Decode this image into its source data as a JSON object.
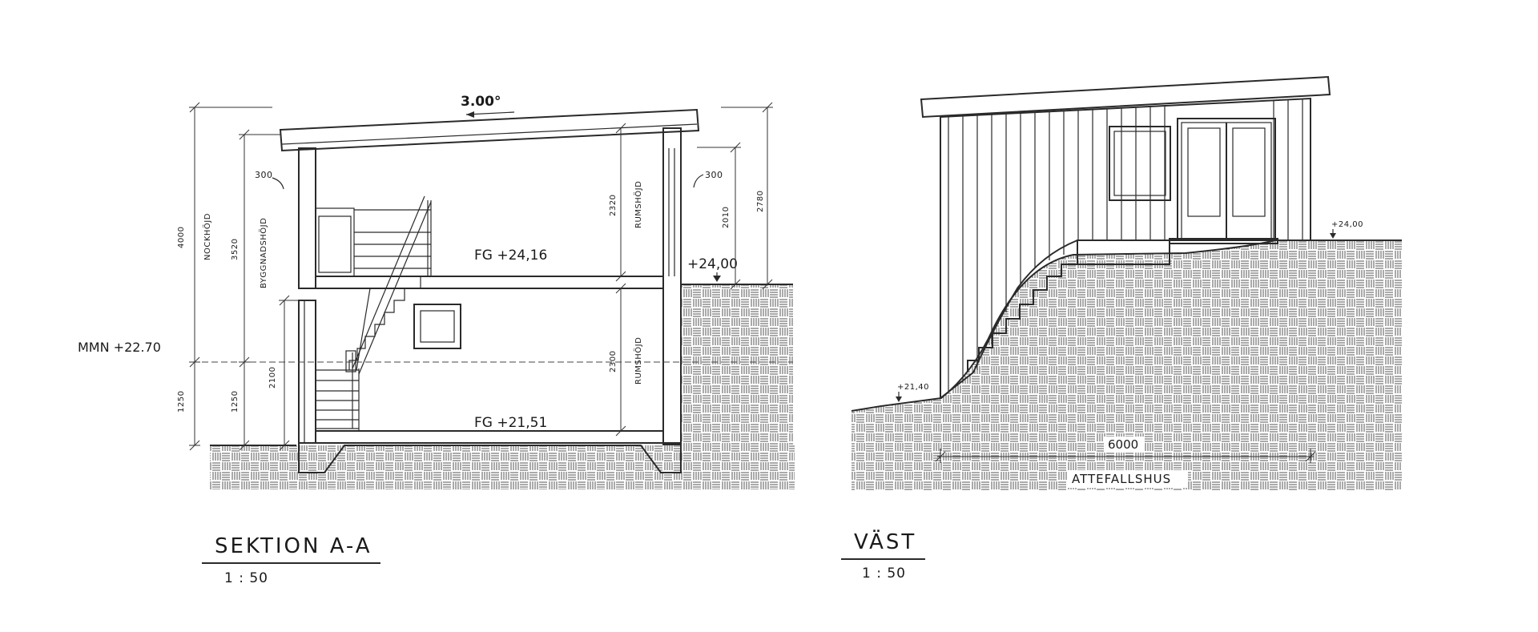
{
  "section": {
    "roof_slope": "3.00°",
    "overhang_left": "300",
    "overhang_right": "300",
    "upper_floor_level": "FG +24,16",
    "lower_floor_level": "FG +21,51",
    "ground_level_right": "+24,00",
    "reference_level": "MMN +22.70",
    "dim_total_height": "4000",
    "label_ridge_height": "NOCKHÖJD",
    "dim_building_height": "3520",
    "label_building_height": "BYGGNADSHÖJD",
    "dim_left_lower": "1250",
    "dim_left_lower_inner": "1250",
    "dim_lower_room": "2100",
    "dim_upper_room": "2320",
    "label_upper_room": "RUMSHÖJD",
    "dim_lower_room_height": "2300",
    "label_lower_room": "RUMSHÖJD",
    "dim_right_inner": "2010",
    "dim_right_outer": "2780",
    "title": "SEKTION A-A",
    "scale": "1 : 50"
  },
  "elevation": {
    "level_top_right": "+24,00",
    "level_left": "+21,40",
    "width_dim": "6000",
    "building_label": "ATTEFALLSHUS",
    "title": "VÄST",
    "scale": "1 : 50"
  }
}
